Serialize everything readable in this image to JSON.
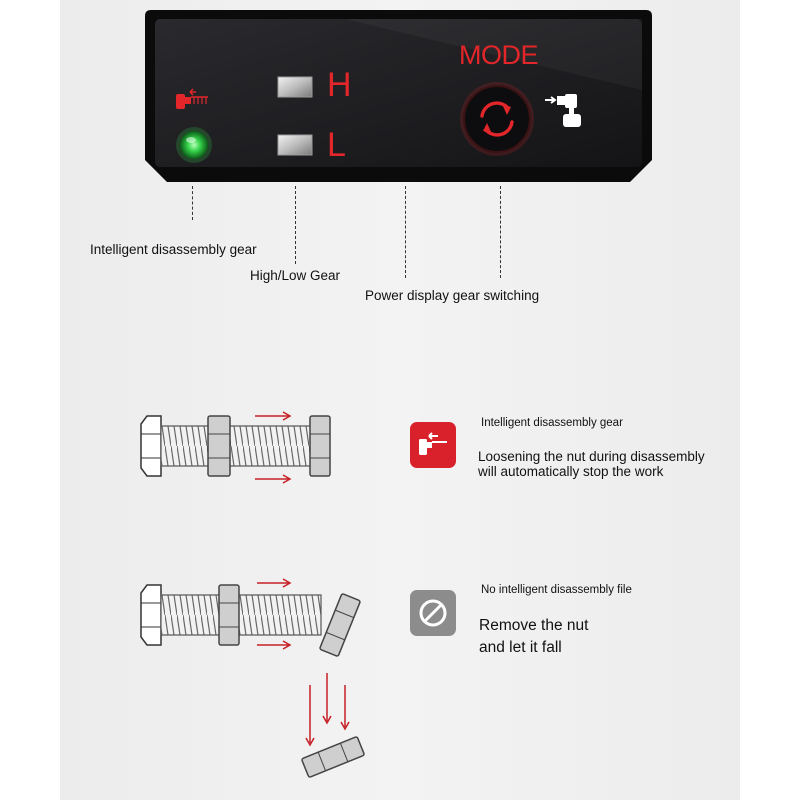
{
  "panel": {
    "mode_label": "MODE",
    "high_label": "H",
    "low_label": "L",
    "icons": [
      "unscrew-gear-icon",
      "indicator-led-icon",
      "mode-cycle-icon",
      "tighten-gear-icon"
    ],
    "colors": {
      "panel": "#1c1c1f",
      "accent_red": "#e2262a",
      "led_green": "#35d24a"
    }
  },
  "callouts": {
    "intelligent_gear": "Intelligent disassembly gear",
    "high_low_gear": "High/Low Gear",
    "power_display": "Power display gear switching"
  },
  "features": [
    {
      "title": "Intelligent disassembly gear",
      "description_line1": "Loosening the nut during disassembly",
      "description_line2": "will automatically stop the work",
      "icon": "unscrew-gear-icon",
      "badge_color": "#d9212c"
    },
    {
      "title": "No intelligent disassembly file",
      "description_line1": "Remove the nut",
      "description_line2": "and let it fall",
      "icon": "prohibited-icon",
      "badge_color": "#8c8c8c"
    }
  ]
}
